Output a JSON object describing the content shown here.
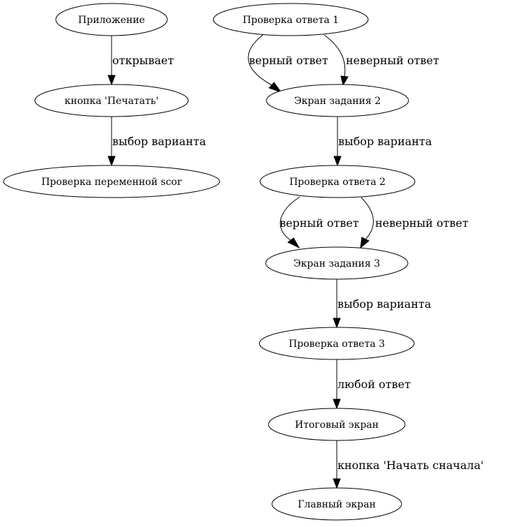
{
  "diagram": {
    "type": "directed-graph",
    "nodes": [
      {
        "id": "app",
        "label": "Приложение"
      },
      {
        "id": "print_btn",
        "label": "кнопка 'Печатать'"
      },
      {
        "id": "check_score",
        "label": "Проверка переменной scor"
      },
      {
        "id": "check1",
        "label": "Проверка ответа 1"
      },
      {
        "id": "task2",
        "label": "Экран задания 2"
      },
      {
        "id": "check2",
        "label": "Проверка ответа 2"
      },
      {
        "id": "task3",
        "label": "Экран задания 3"
      },
      {
        "id": "check3",
        "label": "Проверка ответа 3"
      },
      {
        "id": "final",
        "label": "Итоговый экран"
      },
      {
        "id": "main",
        "label": "Главный экран"
      }
    ],
    "edges": [
      {
        "from": "app",
        "to": "print_btn",
        "label": "открывает"
      },
      {
        "from": "print_btn",
        "to": "check_score",
        "label": "выбор варианта"
      },
      {
        "from": "check1",
        "to": "task2",
        "label": "верный ответ"
      },
      {
        "from": "check1",
        "to": "task2",
        "label": "неверный ответ"
      },
      {
        "from": "task2",
        "to": "check2",
        "label": "выбор варианта"
      },
      {
        "from": "check2",
        "to": "task3",
        "label": "верный ответ"
      },
      {
        "from": "check2",
        "to": "task3",
        "label": "неверный ответ"
      },
      {
        "from": "task3",
        "to": "check3",
        "label": "выбор варианта"
      },
      {
        "from": "check3",
        "to": "final",
        "label": "любой ответ"
      },
      {
        "from": "final",
        "to": "main",
        "label": "кнопка 'Начать сначала'"
      }
    ]
  }
}
